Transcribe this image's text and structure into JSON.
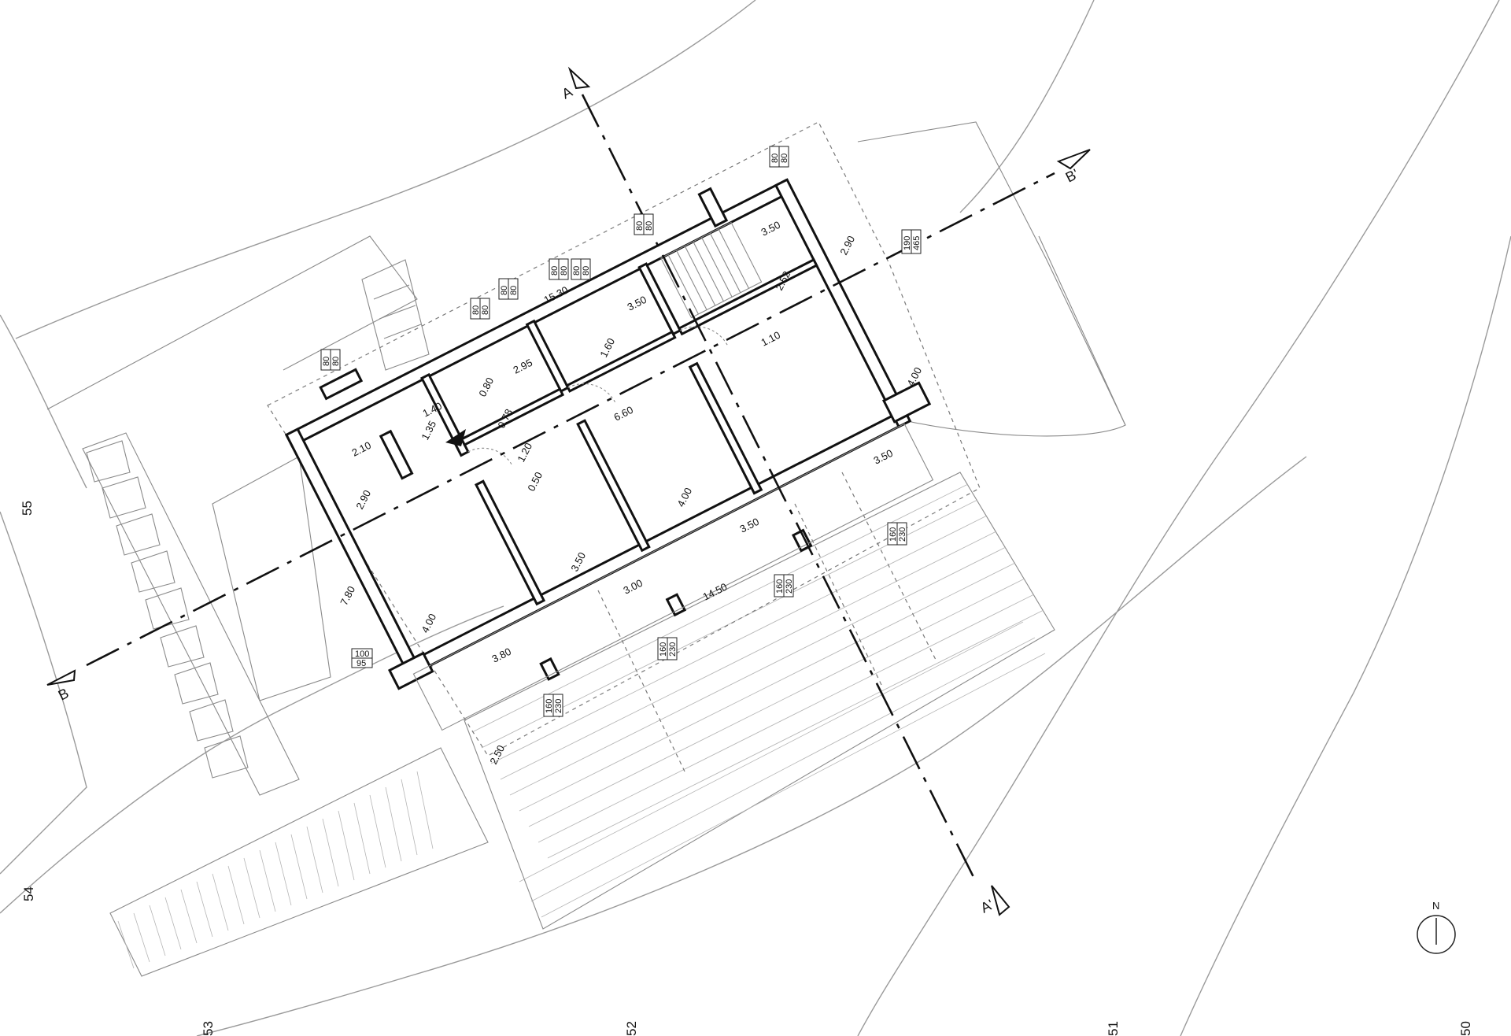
{
  "contour_labels": [
    "55",
    "54",
    "53",
    "52",
    "51",
    "50"
  ],
  "section_markers": {
    "a_top": "A",
    "a_bottom": "A'",
    "b_left": "B",
    "b_right": "B'"
  },
  "north_label": "N",
  "dimensions": {
    "overall_top": "15.30",
    "overall_bottom": "14.50",
    "overall_left": "7.80",
    "room_top_a": "3.50",
    "room_top_b": "3.50",
    "stair_width": "2.90",
    "stair_len": "2.52",
    "corridor_a": "1.10",
    "corridor_b": "6.60",
    "corridor_c": "1.20",
    "bath_w": "2.95",
    "bath_h": "1.60",
    "wc_a": "0.80",
    "wc_b": "0.78",
    "wc_c": "0.50",
    "entry_a": "1.40",
    "entry_b": "1.35",
    "entry_c": "2.10",
    "living_h": "2.90",
    "living_d": "4.00",
    "living_w": "3.80",
    "room_mid_h": "3.50",
    "room_mid_w": "3.00",
    "room_r_h": "4.00",
    "room_r_w": "3.50",
    "room_far_h": "4.00",
    "room_far_w": "3.50",
    "terrace": "2.50"
  },
  "window_tags": [
    {
      "a": "80",
      "b": "80"
    },
    {
      "a": "80",
      "b": "80"
    },
    {
      "a": "80",
      "b": "80"
    },
    {
      "a": "80",
      "b": "80"
    },
    {
      "a": "80",
      "b": "80"
    },
    {
      "a": "80",
      "b": "80"
    },
    {
      "a": "80",
      "b": "80"
    },
    {
      "a": "190",
      "b": "465"
    },
    {
      "a": "100",
      "b": "95"
    },
    {
      "a": "160",
      "b": "230"
    },
    {
      "a": "160",
      "b": "230"
    },
    {
      "a": "160",
      "b": "230"
    },
    {
      "a": "160",
      "b": "230"
    }
  ]
}
